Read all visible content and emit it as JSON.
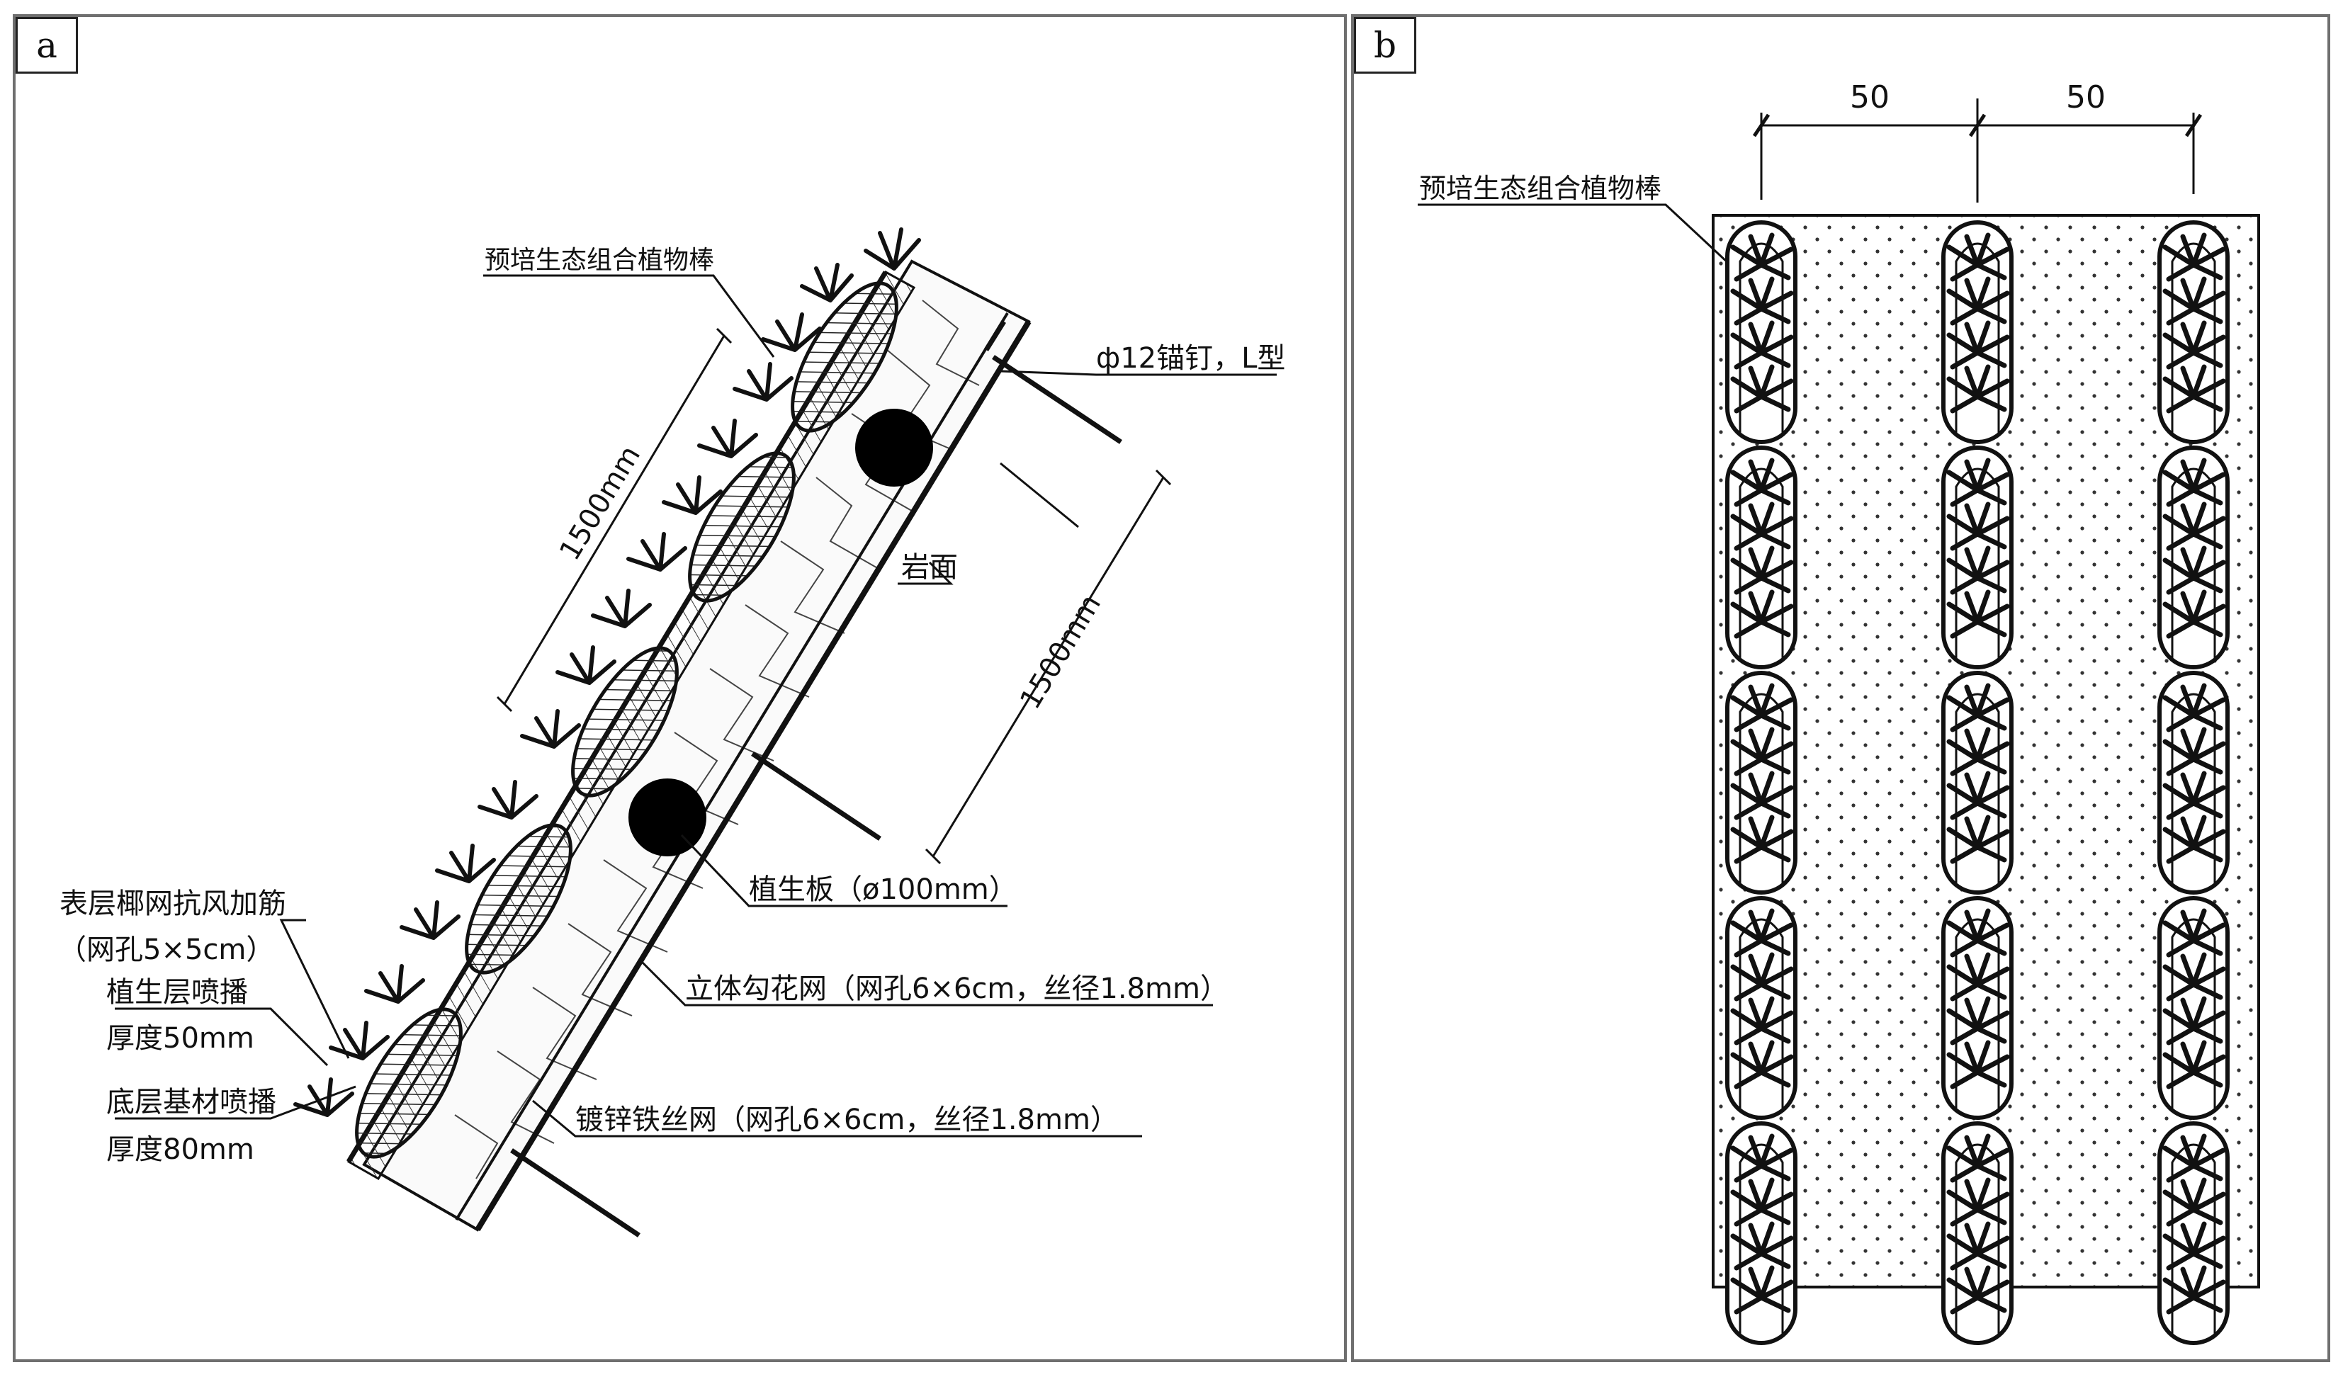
{
  "panels": [
    {
      "id": "a",
      "label": "a"
    },
    {
      "id": "b",
      "label": "b"
    }
  ],
  "panel_a": {
    "plant_rod": "预培生态组合植物棒",
    "anchor": "ф12锚钉，L型",
    "dim_along": "1500mm",
    "dim_anchor": "1500mm",
    "rock": "岩面",
    "plant_board": "植生板（ø100mm）",
    "mesh_3d": "立体勾花网（网孔6×6cm，丝径1.8mm）",
    "galv_mesh": "镀锌铁丝网（网孔6×6cm，丝径1.8mm）",
    "coir_mesh_1": "表层椰网抗风加筋",
    "coir_mesh_2": "（网孔5×5cm）",
    "veg_layer_1": "植生层喷播",
    "veg_layer_2": "厚度50mm",
    "base_layer_1": "底层基材喷播",
    "base_layer_2": "厚度80mm"
  },
  "panel_b": {
    "plant_rod": "预培生态组合植物棒",
    "dim_1": "50",
    "dim_2": "50"
  }
}
